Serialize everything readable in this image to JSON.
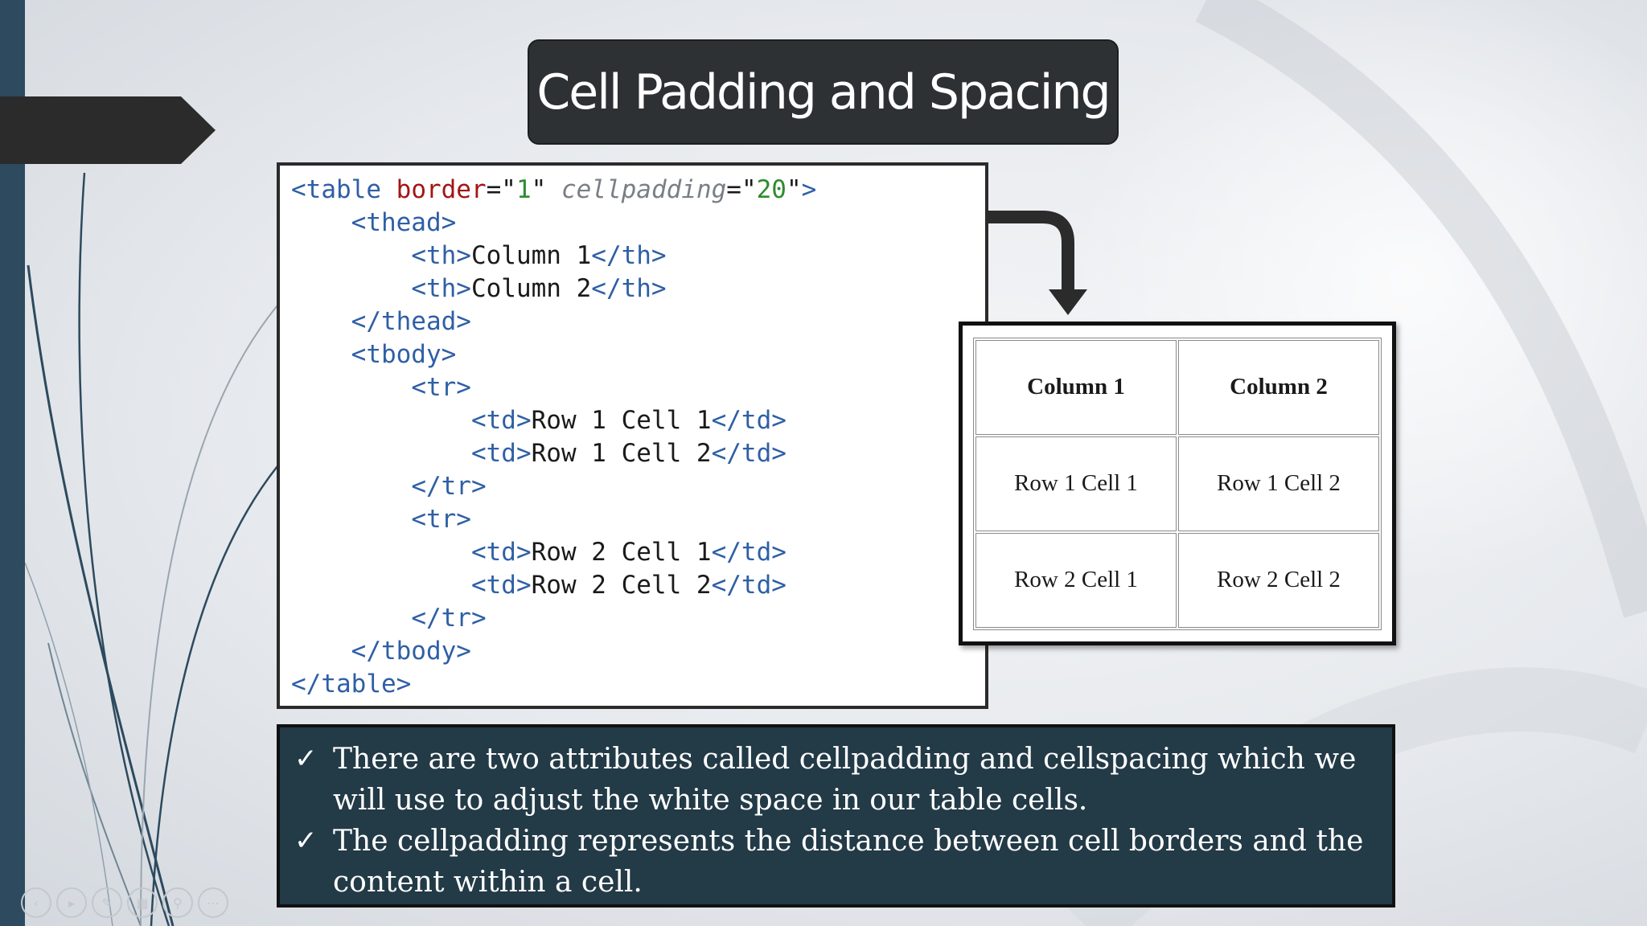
{
  "slide": {
    "title": "Cell Padding and Spacing",
    "code_lines": [
      [
        {
          "c": "t",
          "s": "<table "
        },
        {
          "c": "a",
          "s": "border"
        },
        {
          "c": "",
          "s": "=\""
        },
        {
          "c": "v",
          "s": "1"
        },
        {
          "c": "",
          "s": "\" "
        },
        {
          "c": "i",
          "s": "cellpadding"
        },
        {
          "c": "",
          "s": "=\""
        },
        {
          "c": "v",
          "s": "20"
        },
        {
          "c": "",
          "s": "\""
        },
        {
          "c": "t",
          "s": ">"
        }
      ],
      [
        {
          "c": "",
          "s": "    "
        },
        {
          "c": "t",
          "s": "<thead>"
        }
      ],
      [
        {
          "c": "",
          "s": "        "
        },
        {
          "c": "t",
          "s": "<th>"
        },
        {
          "c": "",
          "s": "Column 1"
        },
        {
          "c": "t",
          "s": "</th>"
        }
      ],
      [
        {
          "c": "",
          "s": "        "
        },
        {
          "c": "t",
          "s": "<th>"
        },
        {
          "c": "",
          "s": "Column 2"
        },
        {
          "c": "t",
          "s": "</th>"
        }
      ],
      [
        {
          "c": "",
          "s": "    "
        },
        {
          "c": "t",
          "s": "</thead>"
        }
      ],
      [
        {
          "c": "",
          "s": "    "
        },
        {
          "c": "t",
          "s": "<tbody>"
        }
      ],
      [
        {
          "c": "",
          "s": "        "
        },
        {
          "c": "t",
          "s": "<tr>"
        }
      ],
      [
        {
          "c": "",
          "s": "            "
        },
        {
          "c": "t",
          "s": "<td>"
        },
        {
          "c": "",
          "s": "Row 1 Cell 1"
        },
        {
          "c": "t",
          "s": "</td>"
        }
      ],
      [
        {
          "c": "",
          "s": "            "
        },
        {
          "c": "t",
          "s": "<td>"
        },
        {
          "c": "",
          "s": "Row 1 Cell 2"
        },
        {
          "c": "t",
          "s": "</td>"
        }
      ],
      [
        {
          "c": "",
          "s": "        "
        },
        {
          "c": "t",
          "s": "</tr>"
        }
      ],
      [
        {
          "c": "",
          "s": "        "
        },
        {
          "c": "t",
          "s": "<tr>"
        }
      ],
      [
        {
          "c": "",
          "s": "            "
        },
        {
          "c": "t",
          "s": "<td>"
        },
        {
          "c": "",
          "s": "Row 2 Cell 1"
        },
        {
          "c": "t",
          "s": "</td>"
        }
      ],
      [
        {
          "c": "",
          "s": "            "
        },
        {
          "c": "t",
          "s": "<td>"
        },
        {
          "c": "",
          "s": "Row 2 Cell 2"
        },
        {
          "c": "t",
          "s": "</td>"
        }
      ],
      [
        {
          "c": "",
          "s": "        "
        },
        {
          "c": "t",
          "s": "</tr>"
        }
      ],
      [
        {
          "c": "",
          "s": "    "
        },
        {
          "c": "t",
          "s": "</tbody>"
        }
      ],
      [
        {
          "c": "t",
          "s": "</table>"
        }
      ]
    ],
    "rendered_table": {
      "headers": [
        "Column 1",
        "Column 2"
      ],
      "rows": [
        [
          "Row 1 Cell 1",
          "Row 1 Cell 2"
        ],
        [
          "Row 2 Cell 1",
          "Row 2 Cell 2"
        ]
      ]
    },
    "check_glyph": "✓",
    "bullets": [
      "There are two attributes called cellpadding and cellspacing which we will use to adjust the white space in our table cells.",
      "The cellpadding represents the distance between cell borders and the content within a cell."
    ]
  },
  "colors": {
    "title_bg": "#2e3134",
    "sidebar": "#2d4a5e",
    "bullet_bg": "#233a47",
    "tag": "#2f5fa5",
    "attr": "#a31515",
    "value": "#2e8b2e"
  },
  "controls": [
    "previous-icon",
    "play-icon",
    "pen-icon",
    "slides-icon",
    "zoom-icon",
    "more-icon"
  ]
}
